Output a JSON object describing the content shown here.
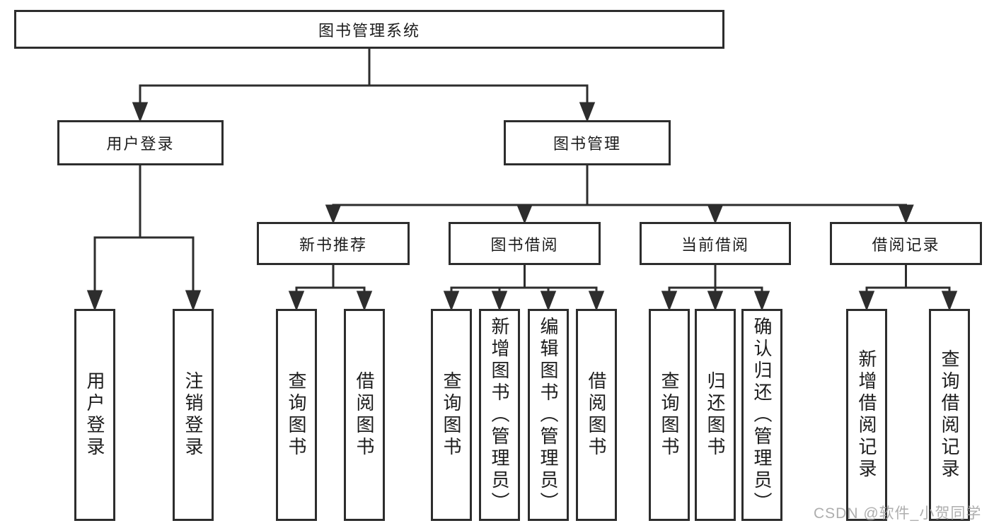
{
  "diagram": {
    "root": {
      "label": "图书管理系统",
      "children": [
        {
          "label": "用户登录",
          "children": [
            {
              "label": "用户登录"
            },
            {
              "label": "注销登录"
            }
          ]
        },
        {
          "label": "图书管理",
          "children": [
            {
              "label": "新书推荐",
              "children": [
                {
                  "label": "查询图书"
                },
                {
                  "label": "借阅图书"
                }
              ]
            },
            {
              "label": "图书借阅",
              "children": [
                {
                  "label": "查询图书"
                },
                {
                  "label": "新增图书（管理员）"
                },
                {
                  "label": "编辑图书（管理员）"
                },
                {
                  "label": "借阅图书"
                }
              ]
            },
            {
              "label": "当前借阅",
              "children": [
                {
                  "label": "查询图书"
                },
                {
                  "label": "归还图书"
                },
                {
                  "label": "确认归还（管理员）"
                }
              ]
            },
            {
              "label": "借阅记录",
              "children": [
                {
                  "label": "新增借阅记录"
                },
                {
                  "label": "查询借阅记录"
                }
              ]
            }
          ]
        }
      ]
    },
    "line_color": "#2d2d2d"
  },
  "watermark": {
    "text": "CSDN @软件_小贺同学"
  }
}
